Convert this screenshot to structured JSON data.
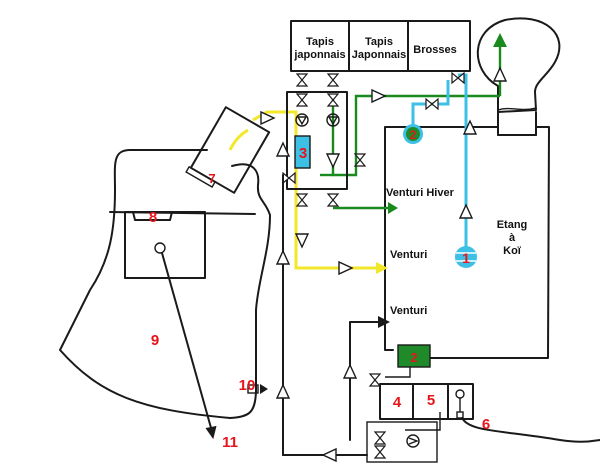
{
  "diagram": {
    "title_boxes": [
      "Tapis japonnais",
      "Tapis Japonnais",
      "Brosses"
    ],
    "labels": {
      "venturi_hiver": "Venturi Hiver",
      "venturi_1": "Venturi",
      "venturi_2": "Venturi",
      "pond": [
        "Etang",
        "à",
        "Koï"
      ]
    },
    "markers": {
      "m1": "1",
      "m2a": "2",
      "m2b": "2",
      "m3": "3",
      "m4": "4",
      "m5": "5",
      "m6": "6",
      "m7": "7",
      "m8": "8",
      "m9": "9",
      "m10": "10",
      "m11": "11"
    },
    "colors": {
      "yellow_line": "#f2e72a",
      "green_line": "#1a8a1f",
      "blue_line": "#3cc0e6",
      "marker_red": "#e8141b",
      "filter_blue": "#3cc0e6",
      "box_green": "#1f8a2a"
    }
  }
}
